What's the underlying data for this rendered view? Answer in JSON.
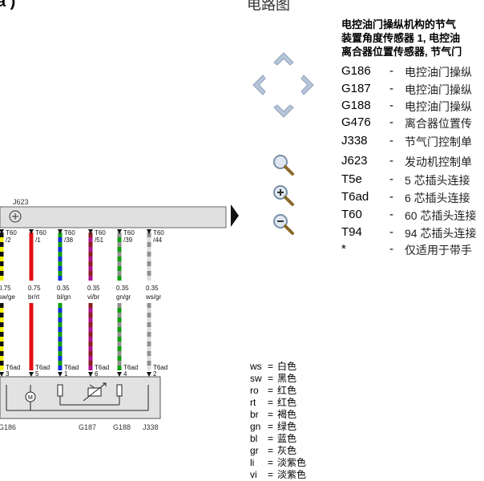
{
  "header": {
    "left_fragment": "a )",
    "center_fragment": "电路图"
  },
  "legend": {
    "title_lines": [
      "电控油门操纵机构的节气",
      "装置角度传感器 1, 电控油",
      "离合器位置传感器, 节气门"
    ],
    "items": [
      {
        "code": "G186",
        "desc": "电控油门操纵"
      },
      {
        "code": "G187",
        "desc": "电控油门操纵"
      },
      {
        "code": "G188",
        "desc": "电控油门操纵"
      },
      {
        "code": "G476",
        "desc": "离合器位置传"
      },
      {
        "code": "J338",
        "desc": "节气门控制单"
      },
      {
        "code": "J623",
        "desc": "发动机控制单"
      },
      {
        "code": "T5e",
        "desc": "5 芯插头连接"
      },
      {
        "code": "T6ad",
        "desc": "6 芯插头连接"
      },
      {
        "code": "T60",
        "desc": "60 芯插头连接"
      },
      {
        "code": "T94",
        "desc": "94 芯插头连接"
      },
      {
        "code": "*",
        "desc": "仅适用于带手"
      }
    ],
    "dash": "-"
  },
  "color_codes": [
    {
      "abbr": "ws",
      "name": "白色"
    },
    {
      "abbr": "sw",
      "name": "黑色"
    },
    {
      "abbr": "ro",
      "name": "红色"
    },
    {
      "abbr": "rt",
      "name": "红色"
    },
    {
      "abbr": "br",
      "name": "褐色"
    },
    {
      "abbr": "gn",
      "name": "绿色"
    },
    {
      "abbr": "bl",
      "name": "蓝色"
    },
    {
      "abbr": "gr",
      "name": "灰色"
    },
    {
      "abbr": "li",
      "name": "淡紫色"
    },
    {
      "abbr": "vi",
      "name": "淡紫色"
    }
  ],
  "color_code_separator": "=",
  "navigation": {
    "up": "arrow-up-icon",
    "left": "arrow-left-icon",
    "right": "arrow-right-icon",
    "down": "arrow-down-icon",
    "zoom_fit": "magnifier-icon",
    "zoom_in": "zoom-in-icon",
    "zoom_out": "zoom-out-icon",
    "expand": "expand-triangle-icon"
  },
  "diagram": {
    "control_unit": "J623",
    "wires": [
      {
        "pin_top": "T60",
        "pin_top_no": "/2",
        "size": "0.75",
        "color": "sw/ge",
        "pin_bottom": "T6ad",
        "pin_bottom_no": "3",
        "stroke": "#f2f200",
        "stroke2": "#111111"
      },
      {
        "pin_top": "T60",
        "pin_top_no": "/1",
        "size": "0.75",
        "color": "br/rt",
        "pin_bottom": "T6ad",
        "pin_bottom_no": "5",
        "stroke": "#e01010",
        "stroke2": "#e01010"
      },
      {
        "pin_top": "T60",
        "pin_top_no": "/38",
        "size": "0.35",
        "color": "bl/gn",
        "pin_bottom": "T6ad",
        "pin_bottom_no": "1",
        "stroke": "#1030e0",
        "stroke2": "#10a010"
      },
      {
        "pin_top": "T60",
        "pin_top_no": "/51",
        "size": "0.35",
        "color": "vi/br",
        "pin_bottom": "T6ad",
        "pin_bottom_no": "6",
        "stroke": "#b01090",
        "stroke2": "#8a2020"
      },
      {
        "pin_top": "T60",
        "pin_top_no": "/39",
        "size": "0.35",
        "color": "gn/gr",
        "pin_bottom": "T6ad",
        "pin_bottom_no": "4",
        "stroke": "#10a010",
        "stroke2": "#909090"
      },
      {
        "pin_top": "T60",
        "pin_top_no": "/44",
        "size": "0.35",
        "color": "ws/gr",
        "pin_bottom": "T6ad",
        "pin_bottom_no": "2",
        "stroke": "#dddddd",
        "stroke2": "#909090"
      }
    ],
    "bottom_labels": [
      "G186",
      "G187",
      "G188",
      "J338"
    ]
  }
}
